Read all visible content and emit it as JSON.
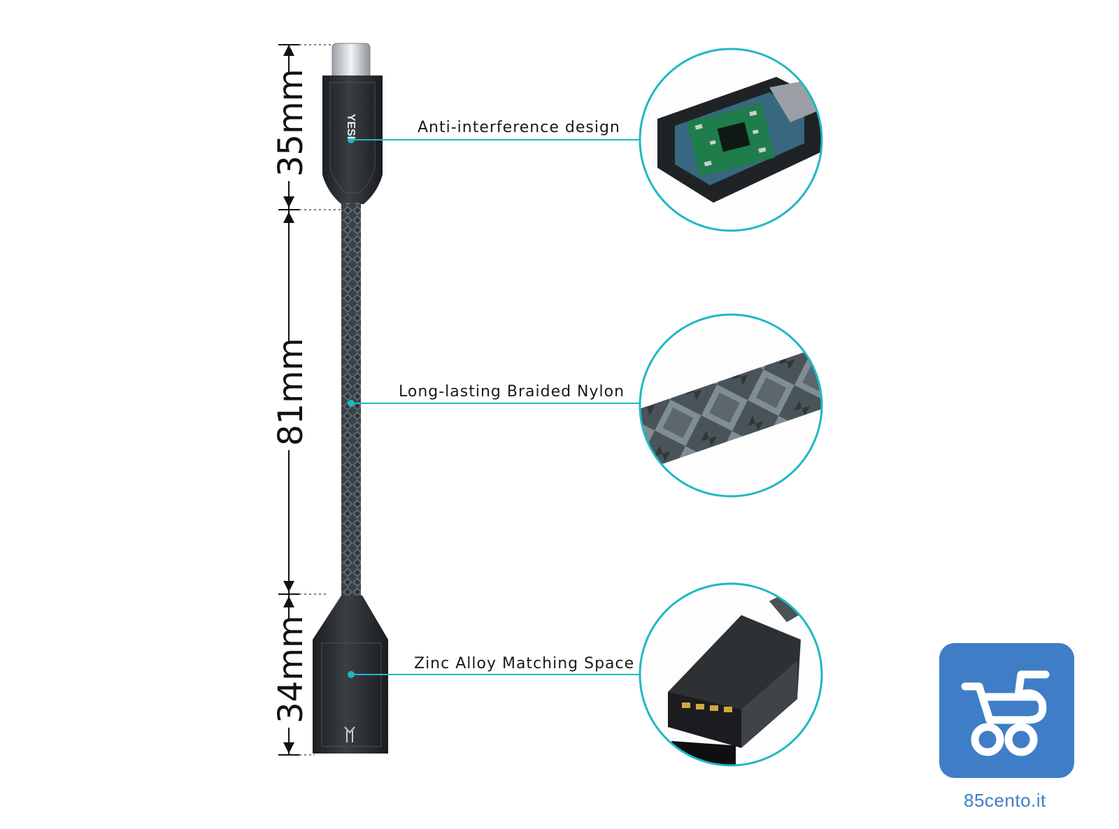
{
  "dimensions": {
    "top": "35mm",
    "middle": "81mm",
    "bottom": "34mm"
  },
  "connector_brand": "YESI",
  "callouts": [
    {
      "label": "Anti-interference design"
    },
    {
      "label": "Long-lasting Braided Nylon"
    },
    {
      "label": "Zinc Alloy Matching Space"
    }
  ],
  "watermark": {
    "site": "85cento.it"
  },
  "colors": {
    "accent": "#1fb8c3",
    "logo_bg": "#3f7ec6",
    "connector": "#2b2f33"
  }
}
